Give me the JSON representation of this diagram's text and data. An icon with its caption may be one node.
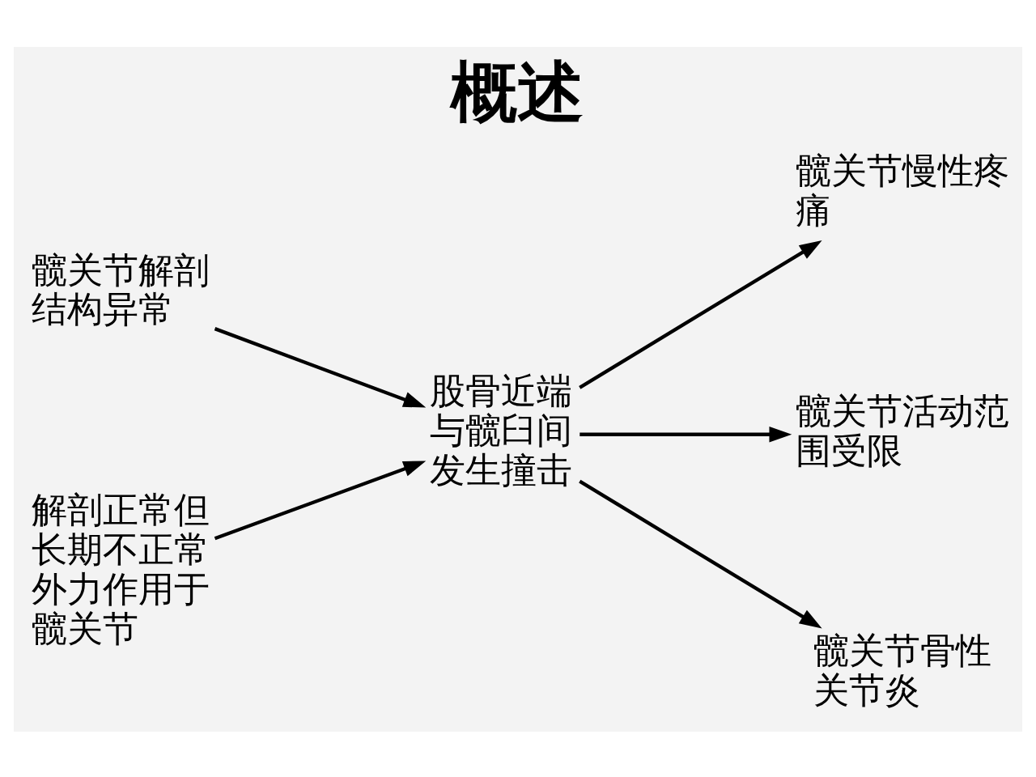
{
  "diagram": {
    "title": "概述",
    "nodes": [
      {
        "text": [
          "髋关节解剖结构异常"
        ]
      },
      {
        "text": [
          "解剖正常但长期不正常外力作用于髋关节"
        ]
      },
      {
        "text": [
          "股骨近端与髋臼间发生撞击"
        ]
      },
      {
        "text": [
          "髋关节慢性疼痛"
        ]
      },
      {
        "text": [
          "髋关节活动范围受限"
        ]
      },
      {
        "text": [
          "髋关节骨性关节炎"
        ]
      }
    ],
    "edges": [
      {
        "from": 0,
        "to": 2,
        "arrow": "to"
      },
      {
        "from": 1,
        "to": 2,
        "arrow": "to"
      },
      {
        "from": 2,
        "to": 3,
        "arrow": "to"
      },
      {
        "from": 2,
        "to": 4,
        "arrow": "to"
      },
      {
        "from": 2,
        "to": 5,
        "arrow": "to"
      }
    ]
  }
}
